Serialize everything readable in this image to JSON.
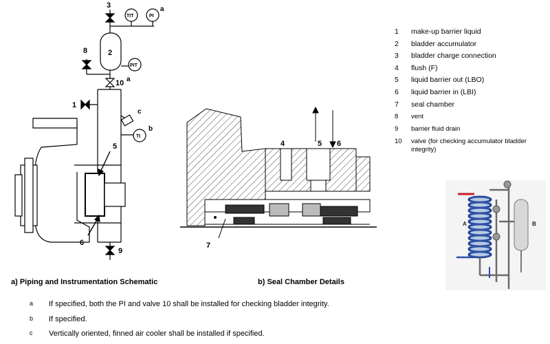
{
  "schematic": {
    "callouts": [
      "3",
      "a",
      "TIT",
      "PI",
      "2",
      "8",
      "PIT",
      "10",
      "a",
      "1",
      "c",
      "b",
      "TI",
      "5",
      "6",
      "9"
    ]
  },
  "seal": {
    "callouts": [
      "4",
      "5",
      "6",
      "7"
    ]
  },
  "legend": [
    {
      "num": "1",
      "text": "make-up barrier liquid"
    },
    {
      "num": "2",
      "text": "bladder accumulator"
    },
    {
      "num": "3",
      "text": "bladder charge connection"
    },
    {
      "num": "4",
      "text": "flush (F)"
    },
    {
      "num": "5",
      "text": "liquid barrier out (LBO)"
    },
    {
      "num": "6",
      "text": "liquid barrier in (LBI)"
    },
    {
      "num": "7",
      "text": "seal chamber"
    },
    {
      "num": "8",
      "text": "vent"
    },
    {
      "num": "9",
      "text": "barrier fluid drain"
    },
    {
      "num": "10",
      "text": "valve (for checking accumulator bladder integrity)"
    }
  ],
  "captions": {
    "a": "a)  Piping and Instrumentation Schematic",
    "b": "b)  Seal Chamber Details"
  },
  "photo": {
    "label_a": "A",
    "label_b": "B"
  },
  "notes": [
    {
      "mark": "a",
      "text": "If specified, both the PI and valve 10 shall be installed for checking bladder integrity."
    },
    {
      "mark": "b",
      "text": "If specified."
    },
    {
      "mark": "c",
      "text": "Vertically oriented, finned air cooler shall be installed if specified."
    }
  ]
}
